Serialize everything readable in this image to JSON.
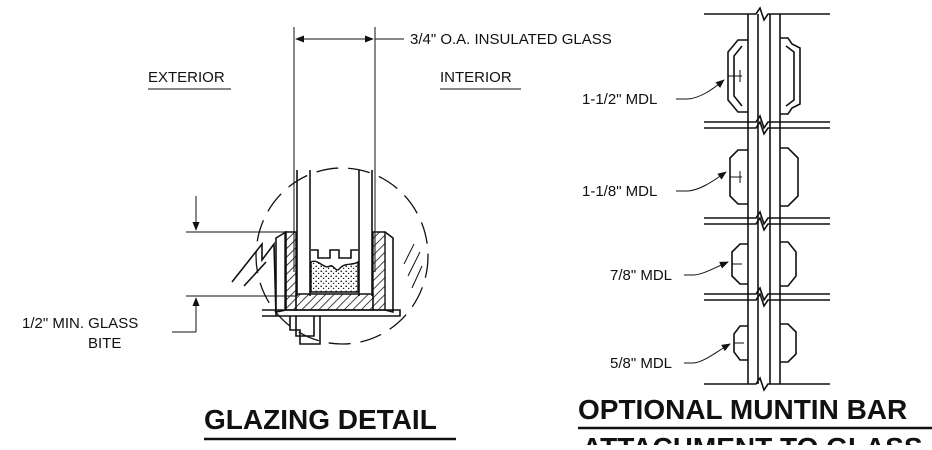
{
  "glazing_detail": {
    "dimension_label": "3/4\" O.A. INSULATED GLASS",
    "exterior_label": "EXTERIOR",
    "interior_label": "INTERIOR",
    "bite_label_line1": "1/2\" MIN. GLASS",
    "bite_label_line2": "BITE",
    "title": "GLAZING DETAIL"
  },
  "muntin_detail": {
    "callouts": [
      {
        "label": "1-1/2\" MDL"
      },
      {
        "label": "1-1/8\" MDL"
      },
      {
        "label": "7/8\" MDL"
      },
      {
        "label": "5/8\" MDL"
      }
    ],
    "title_line1": "OPTIONAL MUNTIN BAR",
    "title_line2": "ATTACHMENT TO GLASS"
  }
}
